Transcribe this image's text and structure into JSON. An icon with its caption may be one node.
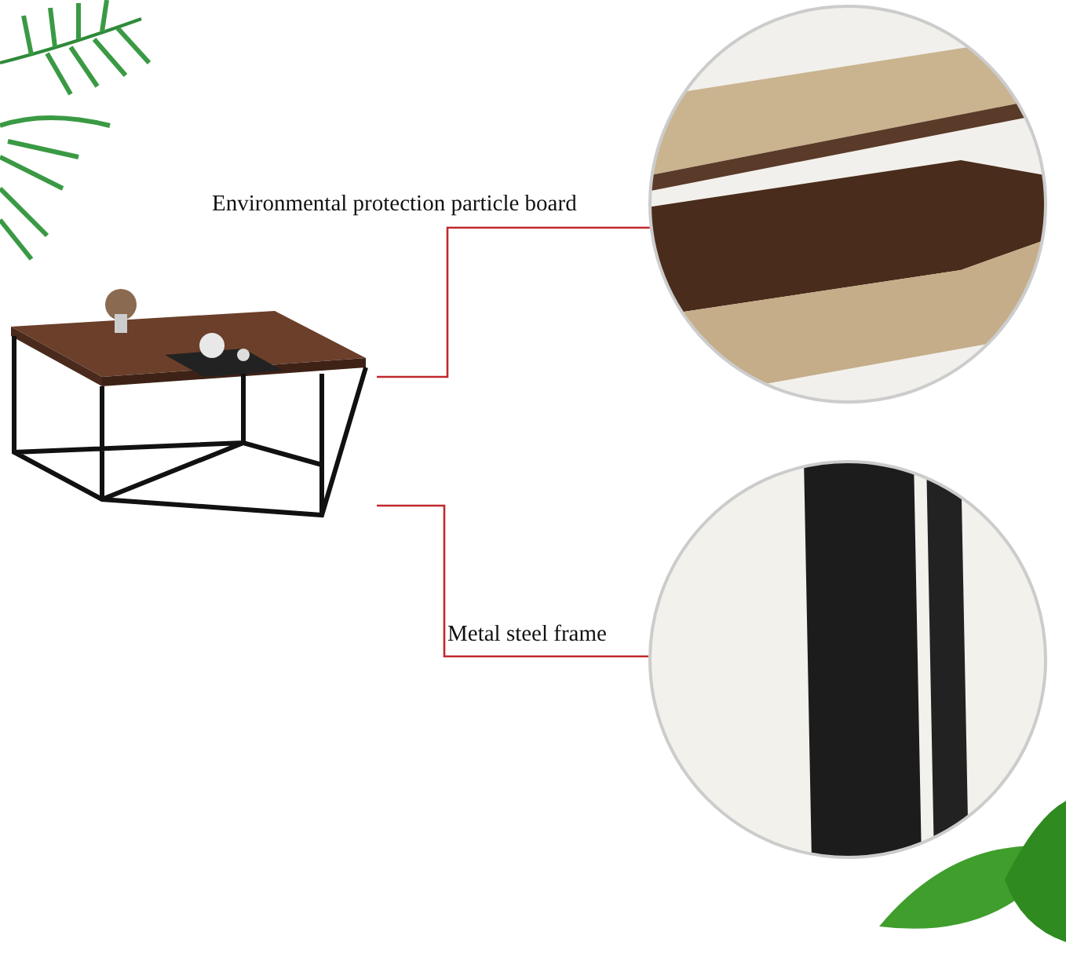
{
  "diagram": {
    "nodes": [
      {
        "text": [],
        "shape": "picture"
      },
      {
        "text": [],
        "shape": "picture"
      },
      {
        "text": [],
        "shape": "picture"
      }
    ],
    "edges": [
      {
        "from": 0,
        "to": 1,
        "arrow": "none",
        "label": "Environmental protection particle board"
      },
      {
        "from": 0,
        "to": 2,
        "arrow": "none",
        "label": "Metal steel frame"
      }
    ]
  }
}
